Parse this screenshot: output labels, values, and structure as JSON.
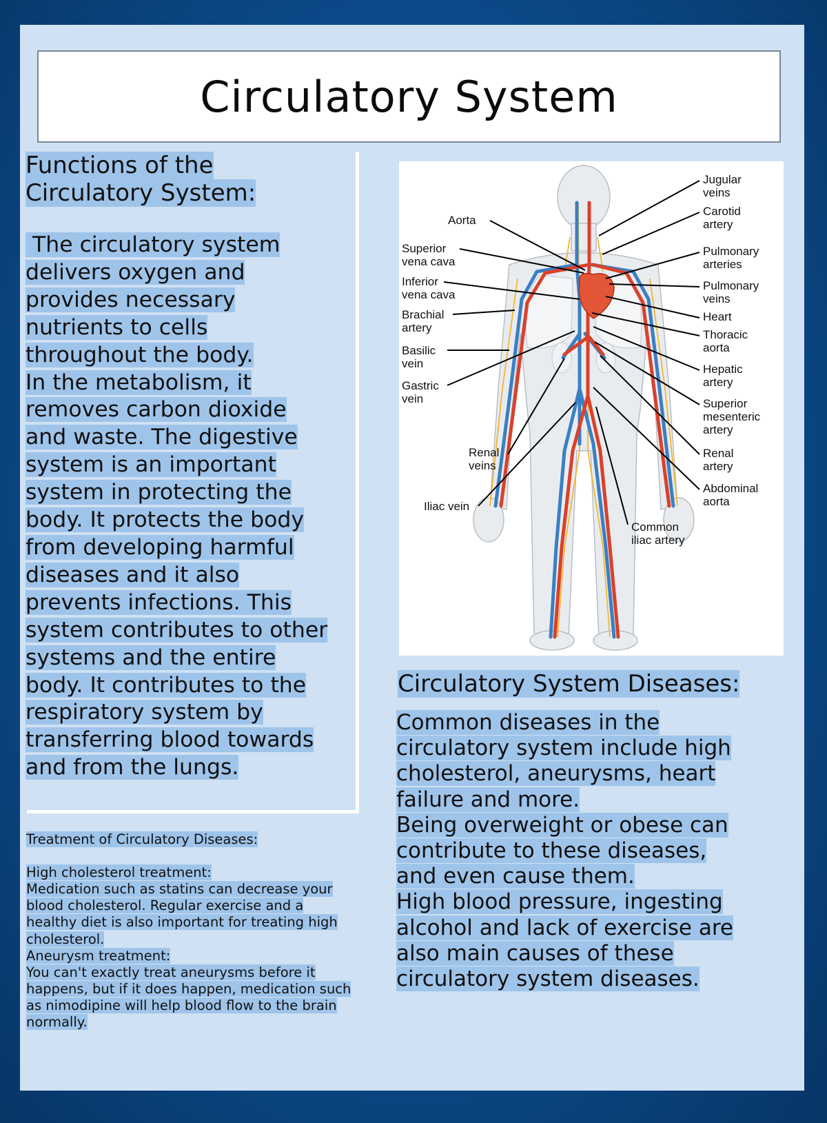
{
  "title": "Circulatory System",
  "functions": {
    "heading": "Functions of the\nCirculatory System:",
    "body": " The circulatory system\ndelivers oxygen and\nprovides necessary\nnutrients to cells\nthroughout the body.\nIn the metabolism, it\nremoves carbon dioxide\nand waste. The digestive\nsystem is an important\nsystem in protecting the\nbody. It protects the body\nfrom developing harmful\ndiseases and it also\nprevents infections. This\nsystem contributes to other\nsystems and the entire\nbody. It contributes to the\nrespiratory system by\ntransferring blood towards\nand from the lungs."
  },
  "treatment": {
    "heading": "Treatment of Circulatory Diseases:",
    "body": "High cholesterol treatment:\nMedication such as statins can decrease your\nblood cholesterol. Regular exercise and a\nhealthy diet is also important for treating high\ncholesterol.\nAneurysm treatment:\nYou can't exactly treat aneurysms before it\nhappens, but if it does happen, medication such\nas nimodipine will help blood flow to the brain\nnormally."
  },
  "diagram": {
    "labels_left": {
      "aorta": "Aorta",
      "superior_vena_cava": [
        "Superior",
        "vena cava"
      ],
      "inferior_vena_cava": [
        "Inferior",
        "vena cava"
      ],
      "brachial_artery": [
        "Brachial",
        "artery"
      ],
      "basilic_vein": [
        "Basilic",
        "vein"
      ],
      "gastric_vein": [
        "Gastric",
        "vein"
      ],
      "renal_veins": [
        "Renal",
        "veins"
      ],
      "iliac_vein": "Iliac vein"
    },
    "labels_right": {
      "jugular_veins": [
        "Jugular",
        "veins"
      ],
      "carotid_artery": [
        "Carotid",
        "artery"
      ],
      "pulmonary_arteries": [
        "Pulmonary",
        "arteries"
      ],
      "pulmonary_veins": [
        "Pulmonary",
        "veins"
      ],
      "heart": "Heart",
      "thoracic_aorta": [
        "Thoracic",
        "aorta"
      ],
      "hepatic_artery": [
        "Hepatic",
        "artery"
      ],
      "superior_mesenteric_artery": [
        "Superior",
        "mesenteric",
        "artery"
      ],
      "renal_artery": [
        "Renal",
        "artery"
      ],
      "abdominal_aorta": [
        "Abdominal",
        "aorta"
      ],
      "common_iliac_artery": [
        "Common",
        "iliac artery"
      ]
    },
    "colors": {
      "artery": "#d9412b",
      "vein": "#3a7fc4",
      "nerve": "#f2b632",
      "body": "#e9ecef"
    }
  },
  "diseases": {
    "heading": "Circulatory System Diseases:",
    "body": "Common diseases in the\ncirculatory system include high\ncholesterol, aneurysms, heart\nfailure and more.\nBeing overweight or obese can\ncontribute to these diseases,\nand even cause them.\nHigh blood pressure, ingesting\nalcohol and lack of exercise are\nalso main causes of these\ncirculatory system diseases."
  }
}
